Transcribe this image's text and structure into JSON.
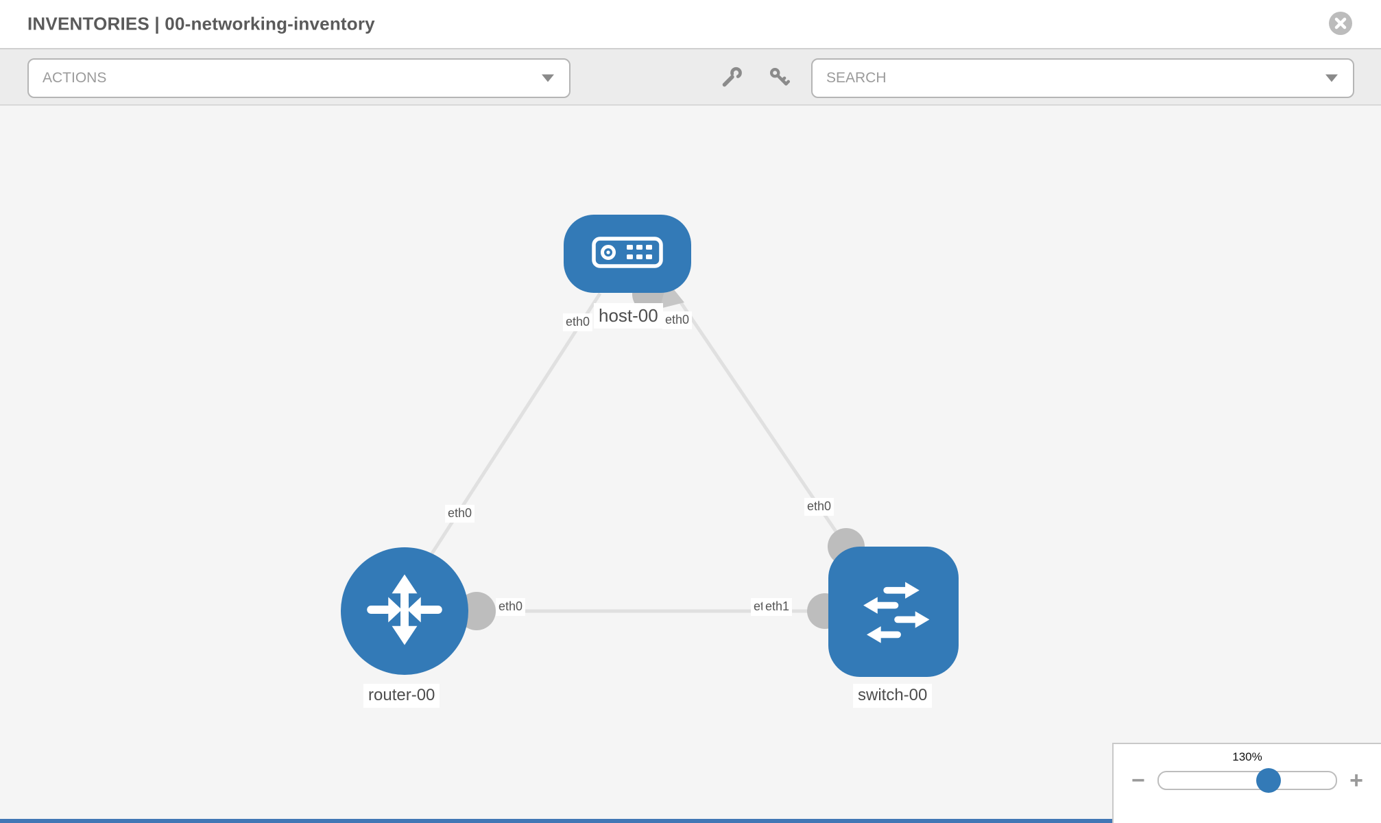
{
  "header": {
    "title": "INVENTORIES | 00-networking-inventory"
  },
  "toolbar": {
    "actions_label": "ACTIONS",
    "search_label": "SEARCH"
  },
  "topology": {
    "nodes": [
      {
        "name": "host-00",
        "type": "host"
      },
      {
        "name": "router-00",
        "type": "router"
      },
      {
        "name": "switch-00",
        "type": "switch"
      }
    ],
    "links": [
      {
        "from": "host-00",
        "to": "router-00",
        "from_interface": "eth0",
        "to_interface": "eth0"
      },
      {
        "from": "host-00",
        "to": "switch-00",
        "from_interface": "eth0",
        "to_interface": "eth0"
      },
      {
        "from": "router-00",
        "to": "switch-00",
        "from_interface": "eth0",
        "to_interface": "eth1"
      }
    ],
    "interfaces": {
      "host_left": "eth0",
      "host_right": "eth0",
      "router_top": "eth0",
      "router_right": "eth0",
      "switch_top": "eth0",
      "switch_left_back": "eth0",
      "switch_left_front": "eth1"
    }
  },
  "zoom_control": {
    "value": "130%",
    "minus_label": "−",
    "plus_label": "+"
  },
  "colors": {
    "node_blue": "#337ab7",
    "link_gray": "#e0e0e0",
    "port_gray": "#bdbdbd",
    "toolbar_gray": "#ececec",
    "canvas_gray": "#f5f5f5",
    "bottom_bar_blue": "#4177b5"
  }
}
